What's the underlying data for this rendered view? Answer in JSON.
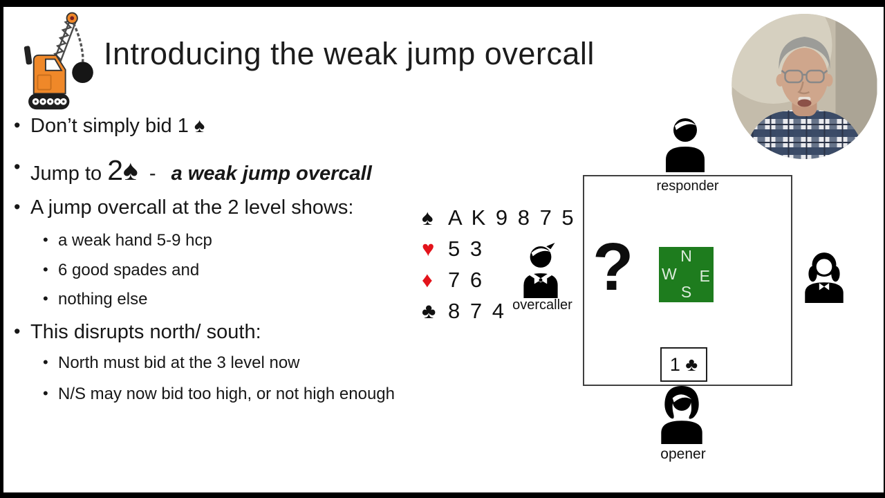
{
  "title": "Introducing the weak jump overcall",
  "bullets": {
    "b1": "Don’t simply bid 1 ♠",
    "b2_pre": "Jump to",
    "b2_bid": "2♠",
    "b2_dash": "-",
    "b2_italic": "a weak jump overcall",
    "b3": "A jump overcall at the 2 level shows:",
    "b3_subs": [
      "a weak hand 5-9 hcp",
      "6 good spades and",
      "nothing else"
    ],
    "b4": "This disrupts north/ south:",
    "b4_subs": [
      "North must bid at the 3 level now",
      "N/S may now bid too high, or not high enough"
    ]
  },
  "hand": {
    "rows": [
      {
        "suit": "♠",
        "cards": "A K 9 8 7 5"
      },
      {
        "suit": "♥",
        "cards": "5 3"
      },
      {
        "suit": "♦",
        "cards": "7 6"
      },
      {
        "suit": "♣",
        "cards": "8 7 4"
      }
    ]
  },
  "diagram": {
    "north_label": "responder",
    "west_label": "overcaller",
    "south_label": "opener",
    "question_mark": "?",
    "bid": "1 ♣",
    "compass": {
      "n": "N",
      "e": "E",
      "s": "S",
      "w": "W"
    }
  },
  "colors": {
    "compass_green": "#1e7c1e",
    "suit_red": "#e3131b",
    "crane_orange": "#ef8829"
  }
}
